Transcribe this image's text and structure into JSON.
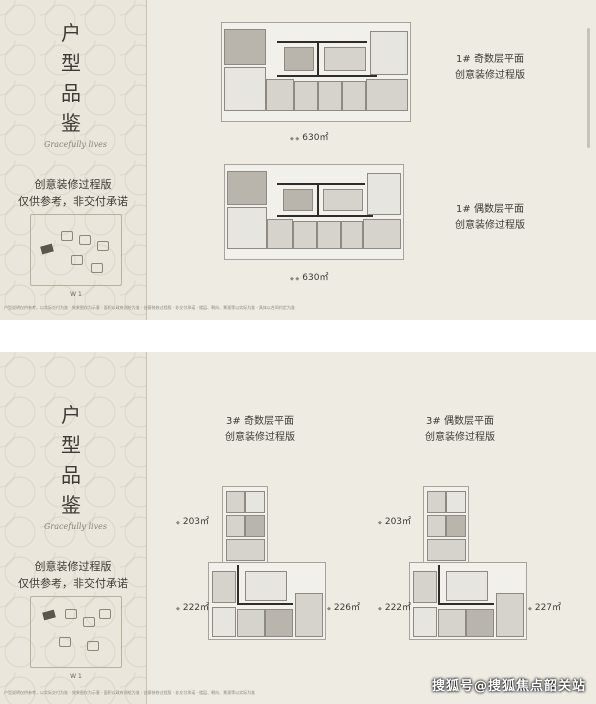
{
  "sidebar": {
    "title_chars": [
      "户",
      "型",
      "品",
      "鉴"
    ],
    "signature": "Gracefully lives",
    "note_line1": "创意装修过程版",
    "note_line2": "仅供参考，非交付承诺",
    "stamp_caption": "W 1"
  },
  "panel1": {
    "plans": [
      {
        "area_label": "630㎡",
        "caption_line1": "1# 奇数层平面",
        "caption_line2": "创意装修过程版"
      },
      {
        "area_label": "630㎡",
        "caption_line1": "1# 偶数层平面",
        "caption_line2": "创意装修过程版"
      }
    ],
    "footer_text": "户型说明仅供参考，以实际交付为准 · 效果图仅为示意 · 面积以政府测绘为准 · 创意装修过程版 · 非交付承诺 · 楼层、朝向、景观等以实际为准 · 具体以合同约定为准"
  },
  "panel2": {
    "plans": [
      {
        "caption_line1": "3# 奇数层平面",
        "caption_line2": "创意装修过程版",
        "area_top": "203㎡",
        "area_left": "222㎡",
        "area_right": "226㎡"
      },
      {
        "caption_line1": "3# 偶数层平面",
        "caption_line2": "创意装修过程版",
        "area_top": "203㎡",
        "area_left": "222㎡",
        "area_right": "227㎡"
      }
    ],
    "footer_text": "户型说明仅供参考，以实际交付为准 · 效果图仅为示意 · 面积以政府测绘为准 · 创意装修过程版 · 非交付承诺 · 楼层、朝向、景观等以实际为准"
  },
  "watermark": "搜狐号@搜狐焦点韶关站"
}
